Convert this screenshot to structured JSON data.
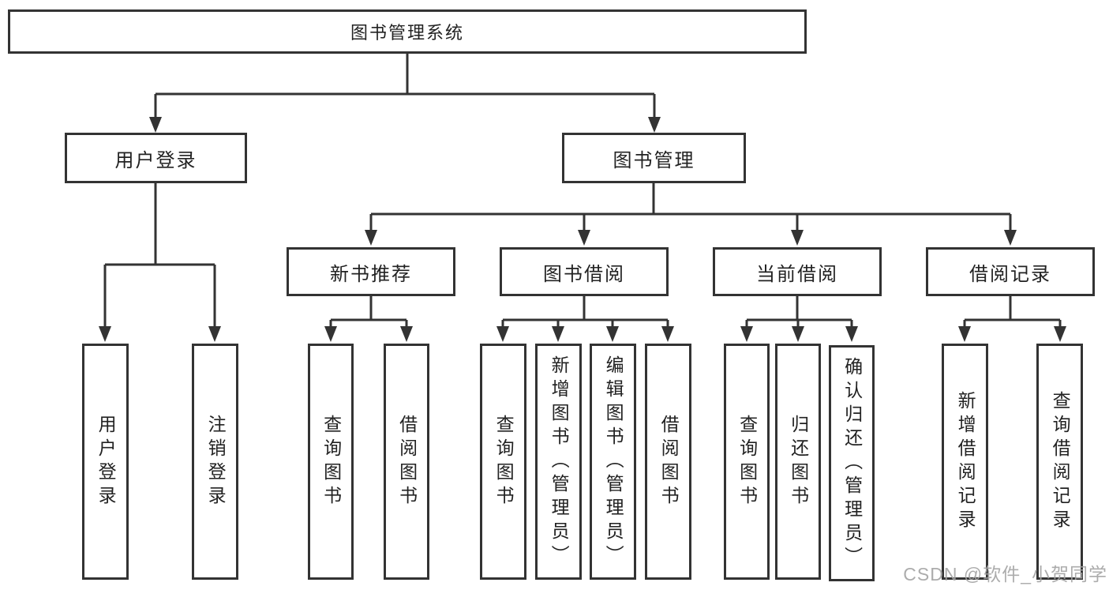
{
  "diagram": {
    "root": "图书管理系统",
    "user_login": {
      "label": "用户登录",
      "children": [
        "用户登录",
        "注销登录"
      ]
    },
    "book_management": {
      "label": "图书管理",
      "sections": [
        {
          "label": "新书推荐",
          "children": [
            "查询图书",
            "借阅图书"
          ]
        },
        {
          "label": "图书借阅",
          "children": [
            "查询图书",
            "新增图书（管理员）",
            "编辑图书（管理员）",
            "借阅图书"
          ]
        },
        {
          "label": "当前借阅",
          "children": [
            "查询图书",
            "归还图书",
            "确认归还（管理员）"
          ]
        },
        {
          "label": "借阅记录",
          "children": [
            "新增借阅记录",
            "查询借阅记录"
          ]
        }
      ]
    },
    "colors": {
      "line": "#333333",
      "text": "#222222",
      "background": "#ffffff",
      "watermark": "#a3a3a3"
    }
  },
  "watermark": "CSDN @软件_小贺同学"
}
